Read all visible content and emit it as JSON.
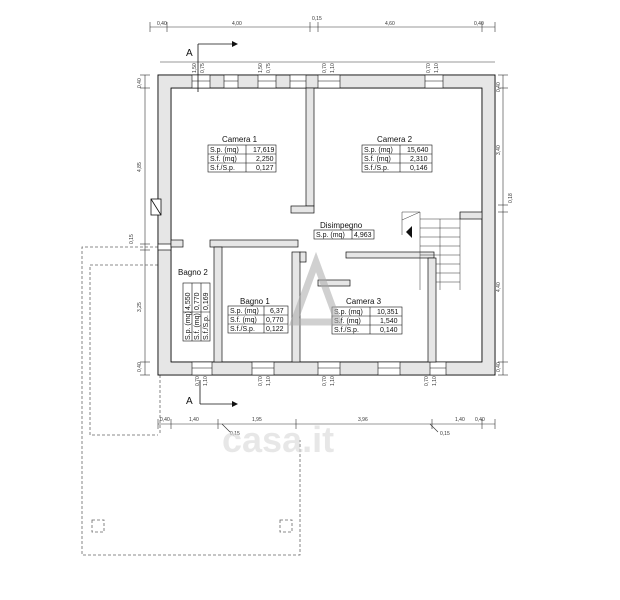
{
  "colors": {
    "wall": "#e4e4e4",
    "line": "#111111",
    "watermark": "#d0d0d0",
    "logo": "#b9b9b9"
  },
  "section": {
    "label_top": "A",
    "label_bottom": "A"
  },
  "dims_top": {
    "d1": "0,40",
    "d2": "4,00",
    "d3": "0,15",
    "d4": "4,60",
    "d5": "0,40"
  },
  "dims_top_windows": {
    "w1a": "1,50",
    "w1b": "0,75",
    "w2a": "1,50",
    "w2b": "0,75",
    "w3a": "0,70",
    "w3b": "1,10",
    "w4a": "0,70",
    "w4b": "1,10"
  },
  "dims_left": {
    "l1": "0,40",
    "l2": "4,85",
    "l3": "0,15",
    "l4": "3,25",
    "l5": "0,40"
  },
  "dims_right": {
    "r1": "0,40",
    "r2": "3,40",
    "r3": "0,18",
    "r4": "4,40",
    "r5": "0,40"
  },
  "dims_bottom_windows": {
    "b1a": "0,70",
    "b1b": "1,10",
    "b2a": "0,70",
    "b2b": "1,10",
    "b3a": "0,70",
    "b3b": "1,10",
    "b4a": "0,70",
    "b4b": "1,10"
  },
  "dims_bottom": {
    "d1": "0,40",
    "d2": "1,40",
    "d3": "1,95",
    "d4": "3,96",
    "d5": "1,40",
    "d6": "0,40",
    "s1": "0,15",
    "s2": "0,15"
  },
  "rooms": {
    "camera1": {
      "name": "Camera 1",
      "rows": [
        [
          "S.p. (mq)",
          "17,619"
        ],
        [
          "S.f.  (mq)",
          "2,250"
        ],
        [
          "S.f./S.p.",
          "0,127"
        ]
      ]
    },
    "camera2": {
      "name": "Camera 2",
      "rows": [
        [
          "S.p. (mq)",
          "15,640"
        ],
        [
          "S.f.  (mq)",
          "2,310"
        ],
        [
          "S.f./S.p.",
          "0,146"
        ]
      ]
    },
    "disimpegno": {
      "name": "Disimpegno",
      "rows": [
        [
          "S.p. (mq)",
          "4,963"
        ]
      ]
    },
    "bagno2": {
      "name": "Bagno 2",
      "rows": [
        [
          "S.p. (mq)",
          "4,550"
        ],
        [
          "S.f. (mq)",
          "0,770"
        ],
        [
          "S.f./S.p.",
          "0,169"
        ]
      ]
    },
    "bagno1": {
      "name": "Bagno 1",
      "rows": [
        [
          "S.p. (mq)",
          "6,37"
        ],
        [
          "S.f. (mq)",
          "0,770"
        ],
        [
          "S.f./S.p.",
          "0,122"
        ]
      ]
    },
    "camera3": {
      "name": "Camera 3",
      "rows": [
        [
          "S.p. (mq)",
          "10,351"
        ],
        [
          "S.f. (mq)",
          "1,540"
        ],
        [
          "S.f./S.p.",
          "0,140"
        ]
      ]
    }
  },
  "watermark": {
    "text": "casa.it"
  }
}
